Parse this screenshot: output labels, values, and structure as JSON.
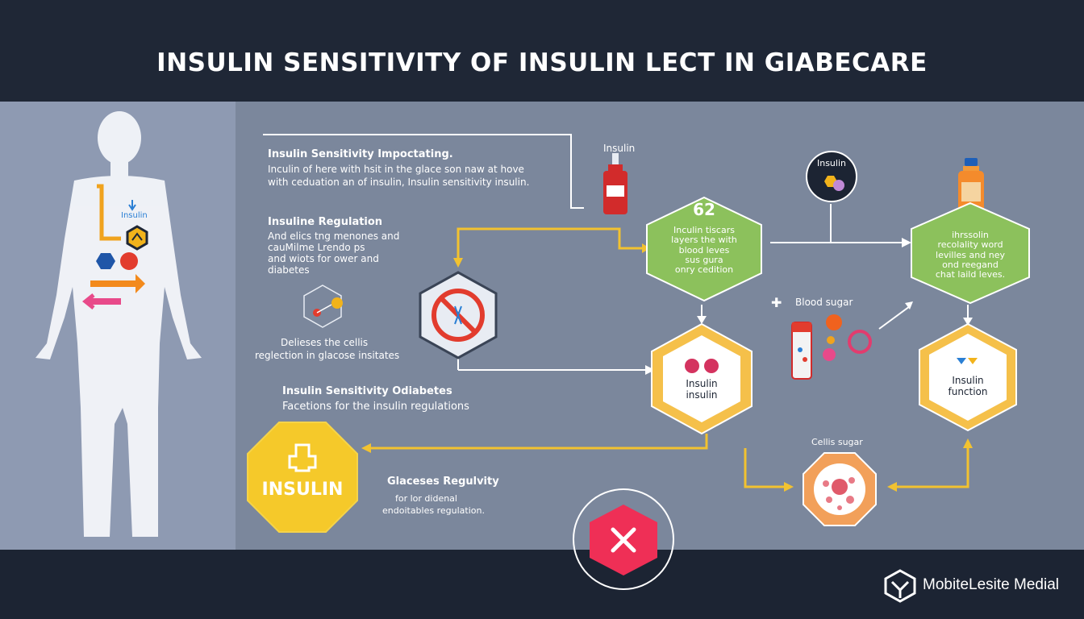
{
  "header": {
    "title": "INSULIN SENSITIVITY OF INSULIN LECT IN GIABECARE"
  },
  "body_figure": {
    "label": "Insulin"
  },
  "intro": {
    "heading": "Insulin Sensitivity Impoctating.",
    "line1": "Inculin of here with hsit in the glace son naw at hove",
    "line2": "with ceduation an of insulin, Insulin sensitivity insulin."
  },
  "regulation": {
    "heading": "Insuline  Regulation",
    "line1": "And elics tng menones and",
    "line2": "cauMilme Lrendo ps",
    "line3": "and wiots for ower and",
    "line4": "diabetes"
  },
  "cells_note": {
    "line1": "Delieses the cellis",
    "line2": "reglection in glacose insitates"
  },
  "sensitivity_note": {
    "line1": "Insulin Sensitivity Odiabetes",
    "line2": "Facetions for the insulin regulations"
  },
  "glucose_note": {
    "heading": "Glaceses Regulvity",
    "line1": "for lor didenal",
    "line2": "endoitables regulation."
  },
  "insulin_big_label": "INSULIN",
  "bottle_label": "Insulin",
  "green_hex1": {
    "number": "62",
    "line1": "Inculin tiscars",
    "line2": "layers the with",
    "line3": "blood leves",
    "line4": "sus gura",
    "line5": "onry cedition"
  },
  "insulin_circle": {
    "label": "Insulin"
  },
  "blood_sugar_label": "Blood sugar",
  "green_hex2": {
    "line1": "ihrssolin",
    "line2": "recolality word",
    "line3": "levilles and ney",
    "line4": "ond reegand",
    "line5": "chat laild leves."
  },
  "yellow_hex1": {
    "line1": "Insulin",
    "line2": "insulin"
  },
  "yellow_hex2": {
    "line1": "Insulin",
    "line2": "function"
  },
  "cells_sugar_label": "Cellis sugar",
  "brand": {
    "name": "MobiteLesite Medial"
  }
}
